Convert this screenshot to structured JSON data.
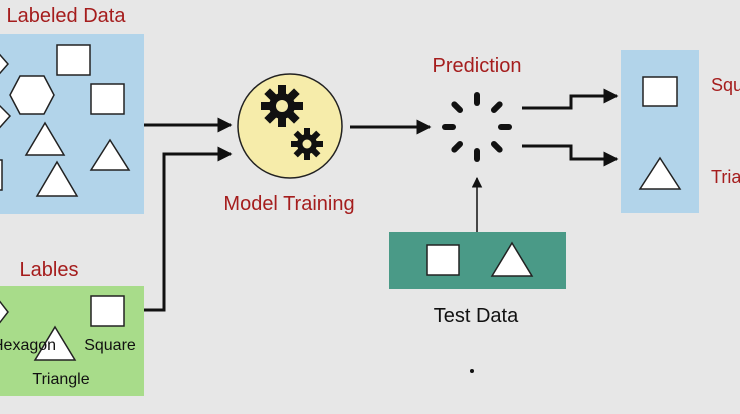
{
  "diagram": {
    "labeled_data": {
      "title": "Labeled Data",
      "shapes": [
        "hexagon",
        "square",
        "triangle"
      ]
    },
    "labels": {
      "title": "Lables",
      "items": [
        "Hexagon",
        "Triangle",
        "Square"
      ]
    },
    "model_training": {
      "title": "Model Training",
      "icon": "gears-icon"
    },
    "prediction": {
      "title": "Prediction",
      "icon": "spinner-icon"
    },
    "test_data": {
      "title": "Test Data",
      "shapes": [
        "square",
        "triangle"
      ]
    },
    "outputs": {
      "items": [
        "Square",
        "Triangle"
      ]
    }
  },
  "colors": {
    "background": "#e7e7e7",
    "title_red": "#a51d1d",
    "labeled_panel": "#b2d4ea",
    "labels_panel": "#a8dc8a",
    "test_panel": "#4a9a87",
    "output_panel": "#b2d4ea",
    "gear_circle": "#f6ecaa",
    "ink": "#111111"
  }
}
